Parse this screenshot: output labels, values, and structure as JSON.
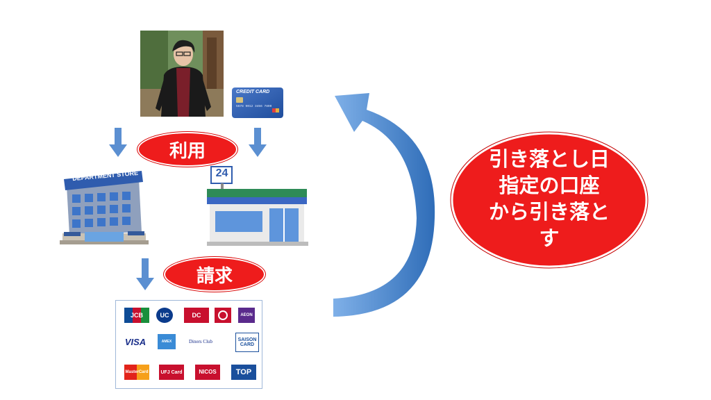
{
  "photo": {
    "description_icon": "person-photo-icon"
  },
  "card": {
    "label": "CREDIT CARD",
    "number": "5678 9012 3456 7890"
  },
  "use_label": "利用",
  "billing_label": "請求",
  "department_store": {
    "sign": "DEPARTMENT STORE"
  },
  "convenience_store": {
    "sign": "24"
  },
  "brands": [
    {
      "text": "JCB",
      "icon": "jcb-logo-icon"
    },
    {
      "text": "UC",
      "icon": "uc-logo-icon"
    },
    {
      "text": "DC",
      "icon": "dc-logo-icon"
    },
    {
      "text": "",
      "icon": "mufg-logo-icon"
    },
    {
      "text": "AEON",
      "icon": "aeon-logo-icon"
    },
    {
      "text": "VISA",
      "icon": "visa-logo-icon"
    },
    {
      "text": "AMEX",
      "icon": "amex-logo-icon"
    },
    {
      "text": "Diners Club",
      "icon": "diners-logo-icon"
    },
    {
      "text": "SAISON CARD",
      "icon": "saison-logo-icon"
    },
    {
      "text": "MasterCard",
      "icon": "mastercard-logo-icon"
    },
    {
      "text": "UFJ Card",
      "icon": "ufj-logo-icon"
    },
    {
      "text": "NICOS",
      "icon": "nicos-logo-icon"
    },
    {
      "text": "TOP",
      "icon": "tokyu-top-logo-icon"
    }
  ],
  "withdrawal_text": {
    "line1": "引き落とし日",
    "line2": "指定の口座",
    "line3": "から引き落と",
    "line4": "す"
  },
  "colors": {
    "red": "#ee1c1c",
    "blue_arrow": "#5b8fd1",
    "arc_blue": "#3f7ec7"
  }
}
